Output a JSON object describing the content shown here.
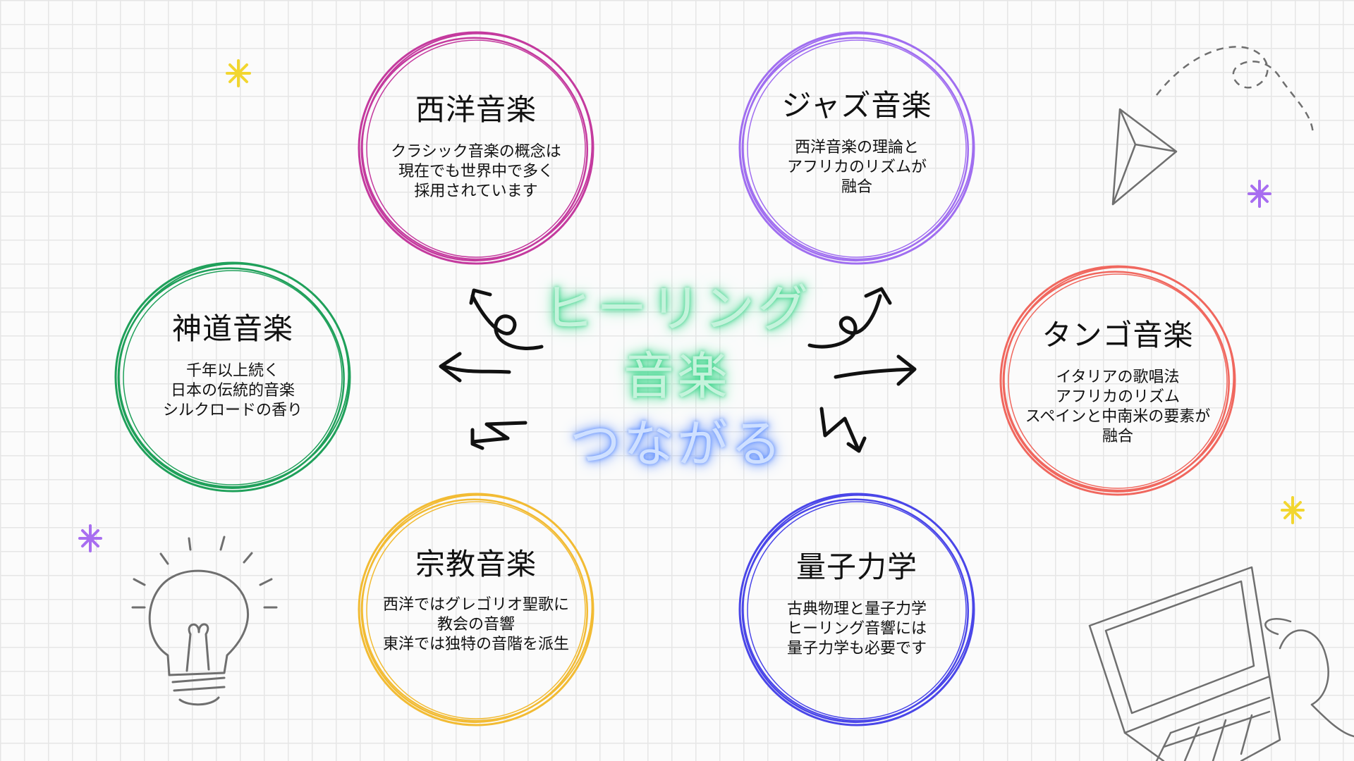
{
  "center": {
    "line1": "ヒーリング",
    "line2": "音楽",
    "line3": "つながる"
  },
  "nodes": [
    {
      "title": "西洋音楽",
      "desc": [
        "クラシック音楽の概念は",
        "現在でも世界中で多く",
        "採用されています"
      ],
      "color": "#c43a9e"
    },
    {
      "title": "ジャズ音楽",
      "desc": [
        "西洋音楽の理論と",
        "アフリカのリズムが",
        "融合"
      ],
      "color": "#a06ef0"
    },
    {
      "title": "神道音楽",
      "desc": [
        "千年以上続く",
        "日本の伝統的音楽",
        "シルクロードの香り"
      ],
      "color": "#1fa05a"
    },
    {
      "title": "タンゴ音楽",
      "desc": [
        "イタリアの歌唱法",
        "アフリカのリズム",
        "スペインと中南米の要素が",
        "融合"
      ],
      "color": "#f0675e"
    },
    {
      "title": "宗教音楽",
      "desc": [
        "西洋ではグレゴリオ聖歌に",
        "教会の音響",
        "東洋では独特の音階を派生"
      ],
      "color": "#f2bb33"
    },
    {
      "title": "量子力学",
      "desc": [
        "古典物理と量子力学",
        "ヒーリング音響には",
        "量子力学も必要です"
      ],
      "color": "#4a46e8"
    }
  ],
  "colors": {
    "grid": "#e6e6e6",
    "star_yellow": "#f2d630",
    "star_purple": "#a86ef0",
    "sketch": "#6f6f6f",
    "arrow": "#111111"
  },
  "icons": [
    "star-yellow-icon",
    "star-purple-icon",
    "paper-plane-icon",
    "light-bulb-icon",
    "laptop-icon",
    "arrow-icon"
  ]
}
